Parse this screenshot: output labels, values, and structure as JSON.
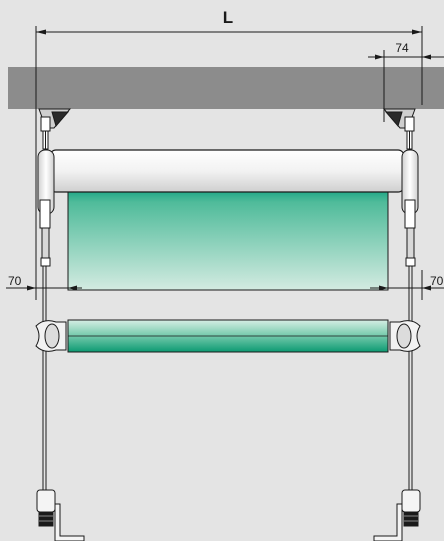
{
  "dimensions": {
    "overall_width": "L",
    "bracket_offset": "74",
    "left_margin": "70",
    "right_margin": "70"
  },
  "colors": {
    "background": "#e4e4e4",
    "ceiling": "#8c8c8c",
    "fabric_dark": "#0fa27a",
    "fabric_light": "#cfe9de",
    "metal": "#f4f4f4",
    "line": "#1a1a1a"
  }
}
